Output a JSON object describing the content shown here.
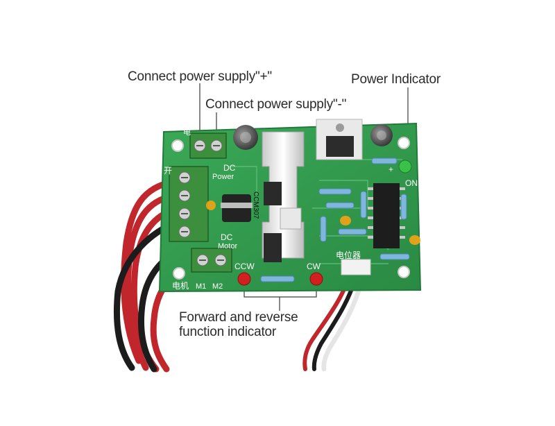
{
  "callouts": {
    "power_plus": "Connect power supply\"+\"",
    "power_minus": "Connect power supply\"-\"",
    "power_indicator": "Power Indicator",
    "forward_reverse_line1": "Forward and reverse",
    "forward_reverse_line2": "function indicator"
  },
  "board_text": {
    "dc_power": "DC",
    "power": "Power",
    "dc_motor": "DC",
    "motor": "Motor",
    "ccw": "CCW",
    "cw": "CW",
    "on": "ON",
    "plus": "+",
    "motor_cn": "电机",
    "m1": "M1",
    "m2": "M2",
    "switch_cn": "开",
    "pot_cn": "电位器",
    "power_cn": "电",
    "diode_code": "CCM307"
  },
  "colors": {
    "pcb_green": "#2f9a4a",
    "terminal_green": "#3c8f3c",
    "wire_red": "#c0262b",
    "wire_black": "#1c1c1c",
    "wire_white": "#f3f3f3",
    "led_red": "#d21f1f",
    "led_green": "#39c24a"
  }
}
